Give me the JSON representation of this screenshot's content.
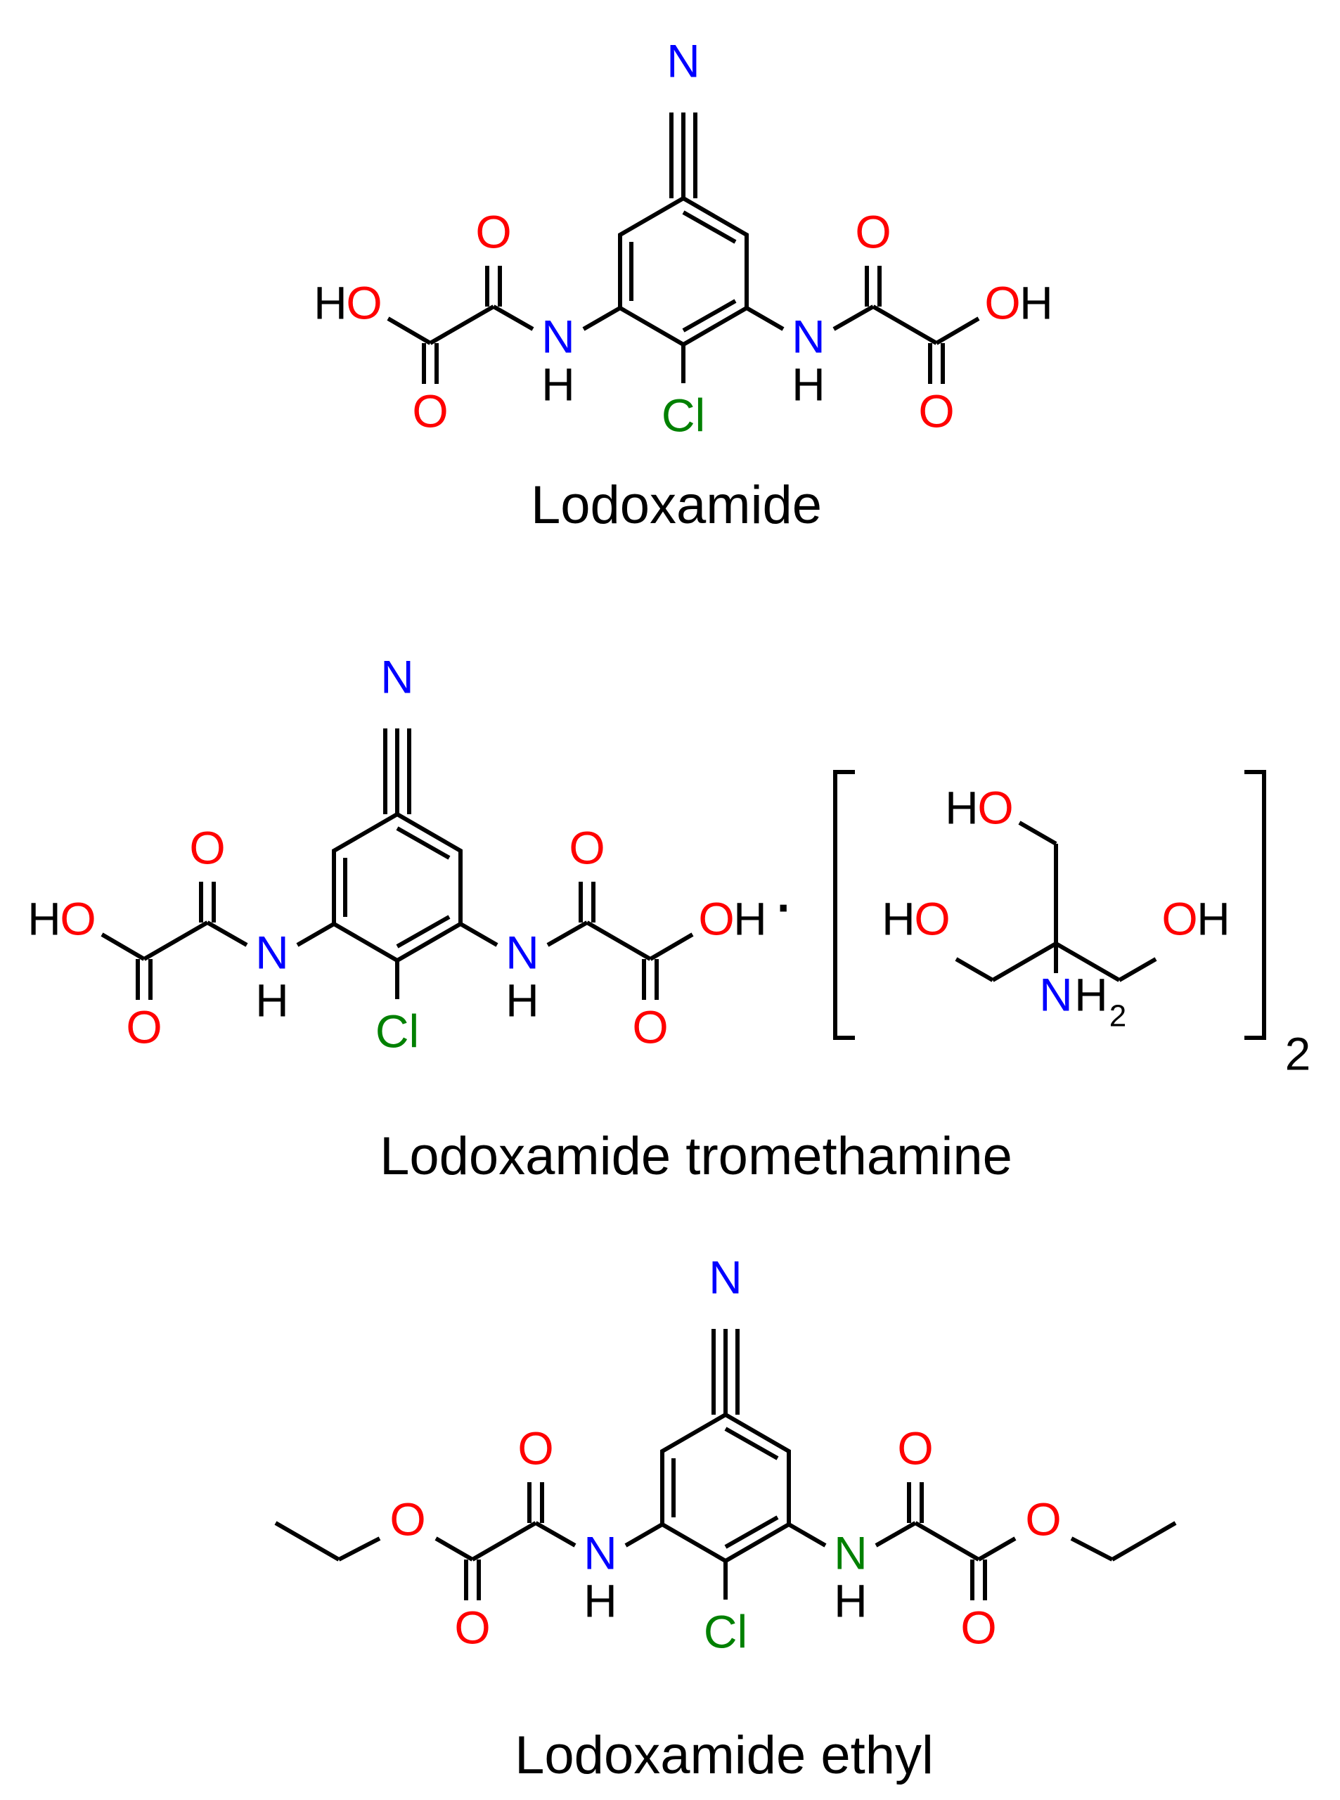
{
  "colors": {
    "bond": "#000000",
    "oxygen": "#ff0000",
    "nitrogen": "#0000ff",
    "nitrogen_green": "#008000",
    "chlorine": "#008000",
    "carbon_text": "#000000"
  },
  "labels": {
    "N": "N",
    "O": "O",
    "H": "H",
    "Cl": "Cl",
    "subscript_2": "2"
  },
  "salt_dot": "·",
  "bracket_multiplier": "2",
  "structures": [
    {
      "name": "Lodoxamide"
    },
    {
      "name": "Lodoxamide tromethamine"
    },
    {
      "name": "Lodoxamide ethyl"
    }
  ]
}
